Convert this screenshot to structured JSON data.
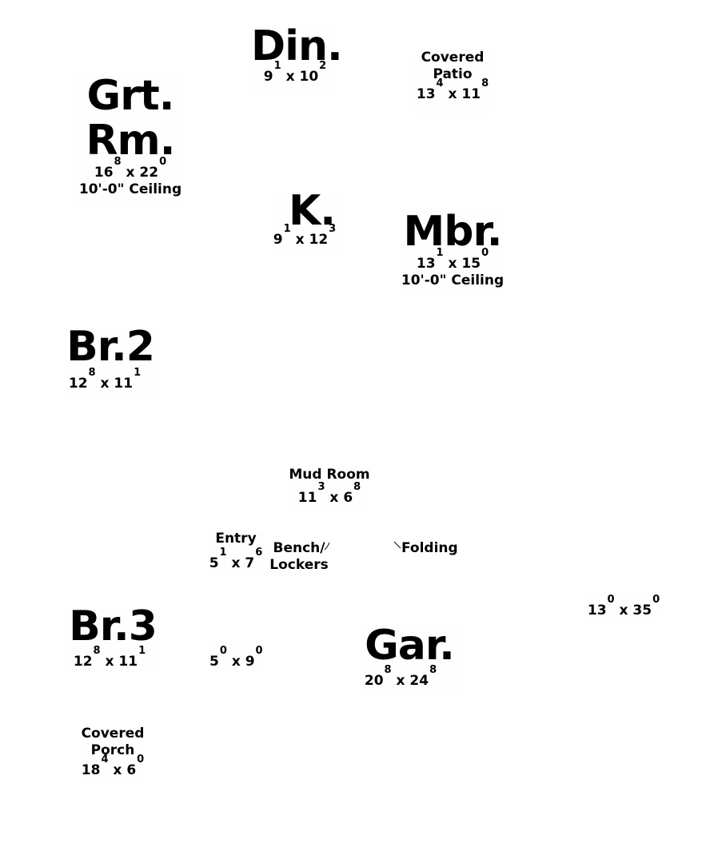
{
  "rooms": {
    "din": {
      "name": "Din.",
      "w": "9",
      "wf": "1",
      "l": "10",
      "lf": "2"
    },
    "patio": {
      "name1": "Covered",
      "name2": "Patio",
      "w": "13",
      "wf": "4",
      "l": "11",
      "lf": "8"
    },
    "grt": {
      "name1": "Grt.",
      "name2": "Rm.",
      "w": "16",
      "wf": "8",
      "l": "22",
      "lf": "0",
      "ceiling": "10'-0\" Ceiling"
    },
    "k": {
      "name": "K.",
      "w": "9",
      "wf": "1",
      "l": "12",
      "lf": "3"
    },
    "mbr": {
      "name": "Mbr.",
      "w": "13",
      "wf": "1",
      "l": "15",
      "lf": "0",
      "ceiling": "10'-0\" Ceiling"
    },
    "br2": {
      "name": "Br.2",
      "w": "12",
      "wf": "8",
      "l": "11",
      "lf": "1"
    },
    "mud": {
      "name": "Mud Room",
      "w": "11",
      "wf": "3",
      "l": "6",
      "lf": "8"
    },
    "entry": {
      "name": "Entry",
      "w": "5",
      "wf": "1",
      "l": "7",
      "lf": "6"
    },
    "bench": {
      "name1": "Bench/",
      "name2": "Lockers"
    },
    "folding": {
      "name": "Folding"
    },
    "side": {
      "w": "13",
      "wf": "0",
      "l": "35",
      "lf": "0"
    },
    "br3": {
      "name": "Br.3",
      "w": "12",
      "wf": "8",
      "l": "11",
      "lf": "1"
    },
    "closet": {
      "w": "5",
      "wf": "0",
      "l": "9",
      "lf": "0"
    },
    "gar": {
      "name": "Gar.",
      "w": "20",
      "wf": "8",
      "l": "24",
      "lf": "8"
    },
    "porch": {
      "name1": "Covered",
      "name2": "Porch",
      "w": "18",
      "wf": "4",
      "l": "6",
      "lf": "0"
    }
  },
  "separator": "x"
}
